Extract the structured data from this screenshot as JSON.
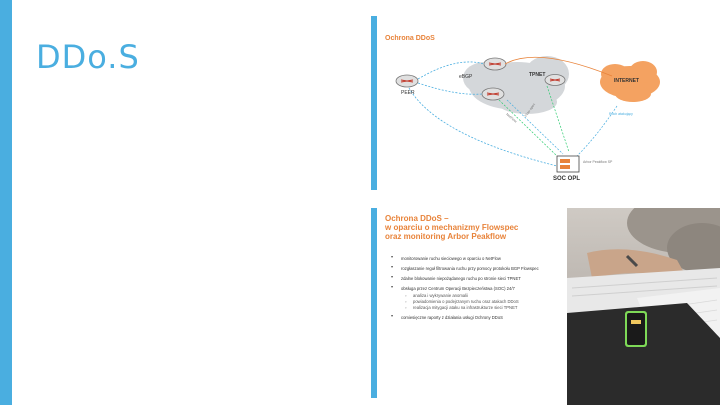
{
  "colors": {
    "accent": "#4aaee0",
    "title": "#4aaee0",
    "orange": "#e8833a",
    "cloud": "#d4d7da",
    "internet": "#f4a261"
  },
  "page": {
    "title": "DDo.S"
  },
  "slide1": {
    "heading": "Ochrona DDoS",
    "labels": {
      "ebgp": "eBGP",
      "peer": "PEER",
      "tpnet": "TPNET",
      "internet": "INTERNET",
      "soc": "SOC OPL",
      "arbor": "Arbor Peakflow SP",
      "flow": "Flow-spec",
      "netflow": "NetFlow",
      "ruch": "Ruch atakujący"
    }
  },
  "slide2": {
    "heading": [
      "Ochrona DDoS –",
      "w oparciu o mechanizmy Flowspec",
      "oraz monitoring Arbor Peakflow"
    ],
    "bullets": [
      "monitorowanie ruchu sieciowego w oparciu o NetFlow",
      "rozgłaszanie reguł filtrowania ruchu przy pomocy protokołu BGP Flowspec",
      "zdalne blokowanie niepożądanego ruchu po stronie sieci TPNET",
      "obsługa przez Centrum Operacji Bezpieczeństwa (SOC) 24/7"
    ],
    "subbullets": [
      "analiza i wykrywanie anomalii",
      "powiadomienia o podejrzanym ruchu oraz atakach DDoS",
      "realizacja mitygacji ataku na infrastrukturze sieci TPNET"
    ],
    "last_bullet": "comiesięczne raporty z działania usługi Ochrony DDoS"
  },
  "photo": {
    "alt": "Person using laptop and phone"
  }
}
